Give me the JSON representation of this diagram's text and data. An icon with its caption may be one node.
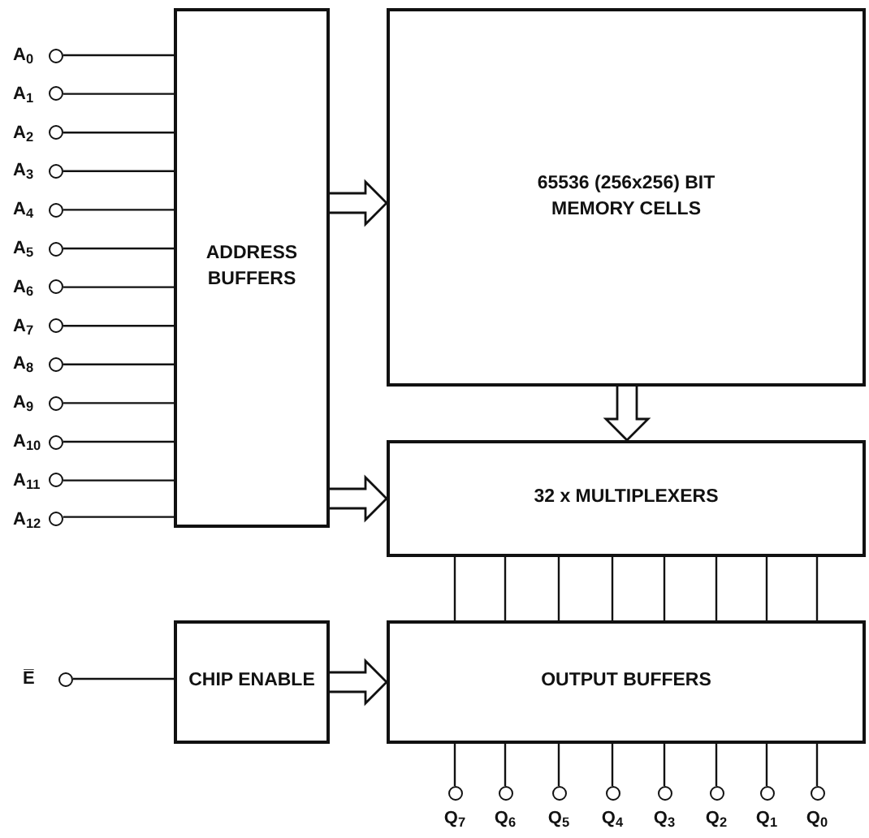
{
  "diagram": {
    "nodes": [
      {
        "text": [
          "A$_{0}$"
        ]
      },
      {
        "text": [
          "A$_{1}$"
        ]
      },
      {
        "text": [
          "A$_{2}$"
        ]
      },
      {
        "text": [
          "A$_{3}$"
        ]
      },
      {
        "text": [
          "A$_{4}$"
        ]
      },
      {
        "text": [
          "A$_{5}$"
        ]
      },
      {
        "text": [
          "A$_{6}$"
        ]
      },
      {
        "text": [
          "A$_{7}$"
        ]
      },
      {
        "text": [
          "A$_{8}$"
        ]
      },
      {
        "text": [
          "A$_{9}$"
        ]
      },
      {
        "text": [
          "A$_{10}$"
        ]
      },
      {
        "text": [
          "A$_{11}$"
        ]
      },
      {
        "text": [
          "A$_{12}$"
        ]
      },
      {
        "text": [
          "ADDRESS BUFFERS"
        ]
      },
      {
        "text": [
          "65536 (256x256) BIT MEMORY CELLS"
        ]
      },
      {
        "text": [
          "32 x MULTIPLEXERS"
        ]
      },
      {
        "text": [
          "E̅"
        ]
      },
      {
        "text": [
          "CHIP ENABLE"
        ]
      },
      {
        "text": [
          "OUTPUT BUFFERS"
        ]
      },
      {
        "text": [
          "Q$_{7}$"
        ]
      },
      {
        "text": [
          "Q$_{6}$"
        ]
      },
      {
        "text": [
          "Q$_{5}$"
        ]
      },
      {
        "text": [
          "Q$_{4}$"
        ]
      },
      {
        "text": [
          "Q$_{3}$"
        ]
      },
      {
        "text": [
          "Q$_{2}$"
        ]
      },
      {
        "text": [
          "Q$_{1}$"
        ]
      },
      {
        "text": [
          "Q$_{0}$"
        ]
      }
    ],
    "edges": [
      {
        "from": 0,
        "to": 13,
        "arrow": "none"
      },
      {
        "from": 1,
        "to": 13,
        "arrow": "none"
      },
      {
        "from": 2,
        "to": 13,
        "arrow": "none"
      },
      {
        "from": 3,
        "to": 13,
        "arrow": "none"
      },
      {
        "from": 4,
        "to": 13,
        "arrow": "none"
      },
      {
        "from": 5,
        "to": 13,
        "arrow": "none"
      },
      {
        "from": 6,
        "to": 13,
        "arrow": "none"
      },
      {
        "from": 7,
        "to": 13,
        "arrow": "none"
      },
      {
        "from": 8,
        "to": 13,
        "arrow": "none"
      },
      {
        "from": 9,
        "to": 13,
        "arrow": "none"
      },
      {
        "from": 10,
        "to": 13,
        "arrow": "none"
      },
      {
        "from": 11,
        "to": 13,
        "arrow": "none"
      },
      {
        "from": 12,
        "to": 13,
        "arrow": "none"
      },
      {
        "from": 13,
        "to": 14,
        "arrow": "to",
        "style": "thick"
      },
      {
        "from": 13,
        "to": 15,
        "arrow": "to",
        "style": "thick"
      },
      {
        "from": 14,
        "to": 15,
        "arrow": "to",
        "style": "thick"
      },
      {
        "from": 15,
        "to": 18,
        "arrow": "none"
      },
      {
        "from": 15,
        "to": 18,
        "arrow": "none"
      },
      {
        "from": 15,
        "to": 18,
        "arrow": "none"
      },
      {
        "from": 15,
        "to": 18,
        "arrow": "none"
      },
      {
        "from": 15,
        "to": 18,
        "arrow": "none"
      },
      {
        "from": 15,
        "to": 18,
        "arrow": "none"
      },
      {
        "from": 15,
        "to": 18,
        "arrow": "none"
      },
      {
        "from": 15,
        "to": 18,
        "arrow": "none"
      },
      {
        "from": 16,
        "to": 17,
        "arrow": "none"
      },
      {
        "from": 17,
        "to": 18,
        "arrow": "to",
        "style": "thick"
      },
      {
        "from": 18,
        "to": 19,
        "arrow": "none"
      },
      {
        "from": 18,
        "to": 20,
        "arrow": "none"
      },
      {
        "from": 18,
        "to": 21,
        "arrow": "none"
      },
      {
        "from": 18,
        "to": 22,
        "arrow": "none"
      },
      {
        "from": 18,
        "to": 23,
        "arrow": "none"
      },
      {
        "from": 18,
        "to": 24,
        "arrow": "none"
      },
      {
        "from": 18,
        "to": 25,
        "arrow": "none"
      },
      {
        "from": 18,
        "to": 26,
        "arrow": "none"
      }
    ]
  }
}
